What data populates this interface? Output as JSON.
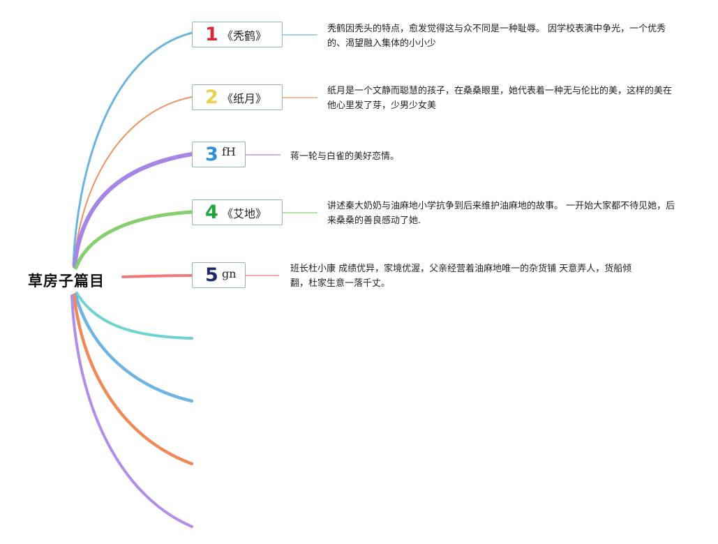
{
  "root": {
    "label": "草房子篇目"
  },
  "topics": [
    {
      "number": "1",
      "title": "《秃鹤》",
      "description": "秃鹤因秃头的特点，愈发觉得这与众不同是一种耻辱。 因学校表演中争光，一个优秀的、渴望融入集体的小小少",
      "color": "#6cb3dd",
      "number_color": "#d9283a"
    },
    {
      "number": "2",
      "title": "《纸月》",
      "description": "纸月是一个文静而聪慧的孩子，在桑桑眼里，她代表着一种无与伦比的美，这样的美在他心里发了芽，少男少女美",
      "color": "#ee9060",
      "number_color": "#e9d34a"
    },
    {
      "number": "3",
      "title": "fH",
      "description": "蒋一轮与白雀的美好恋情。",
      "color": "#a585e6",
      "number_color": "#2a8fdc"
    },
    {
      "number": "4",
      "title": "《艾地》",
      "description": "讲述秦大奶奶与油麻地小学抗争到后来维护油麻地的故事。 一开始大家都不待见她，后来桑桑的善良感动了她.",
      "color": "#86cf6e",
      "number_color": "#22a43a"
    },
    {
      "number": "5",
      "title": "gn",
      "description": "班长杜小康 成绩优异，家境优渥，父亲经营着油麻地唯一的杂货铺 天意弄人，货船倾翻，杜家生意一落千丈。",
      "color": "#ee7a7a",
      "number_color": "#1f2a6b"
    }
  ],
  "empty_branch_colors": [
    "#6fd3cf",
    "#6db3e3",
    "#f0895a",
    "#b08de8"
  ]
}
